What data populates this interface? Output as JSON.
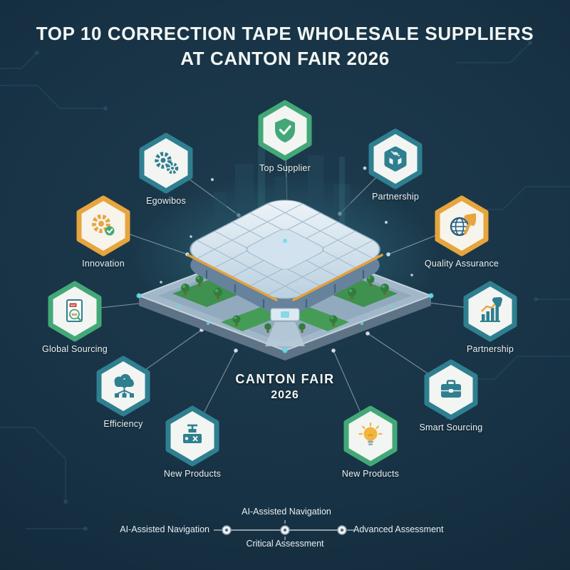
{
  "title": {
    "line1": "TOP 10 CORRECTION TAPE WHOLESALE SUPPLIERS",
    "line2": "AT CANTON FAIR 2026"
  },
  "center_label": {
    "line1": "CANTON FAIR",
    "line2": "2026"
  },
  "badges": [
    {
      "label": "Egowibos",
      "icon": "gears-pair-icon",
      "color": "#2e7f90"
    },
    {
      "label": "Top Supplier",
      "icon": "shield-check-icon",
      "color": "#43a878"
    },
    {
      "label": "Partnership",
      "icon": "package-icon",
      "color": "#2e7f90"
    },
    {
      "label": "Quality Assurance",
      "icon": "globe-growth-icon",
      "color": "#e7a53e"
    },
    {
      "label": "Partnership",
      "icon": "bar-chart-icon",
      "color": "#2e7f90"
    },
    {
      "label": "Smart Sourcing",
      "icon": "briefcase-icon",
      "color": "#2e7f90"
    },
    {
      "label": "New Products",
      "icon": "lightbulb-icon",
      "color": "#43a878"
    },
    {
      "label": "New Products",
      "icon": "press-machine-icon",
      "color": "#2e7f90"
    },
    {
      "label": "Efficiency",
      "icon": "cloud-network-icon",
      "color": "#2e7f90"
    },
    {
      "label": "Global Sourcing",
      "icon": "iso-document-icon",
      "color": "#43a878",
      "icon_text": "ISO"
    },
    {
      "label": "Innovation",
      "icon": "gear-check-icon",
      "color": "#e7a53e"
    }
  ],
  "timeline": {
    "left_label": "AI-Assisted Navigation",
    "top_label": "AI-Assisted Navigation",
    "bottom_label": "Critical Assessment",
    "right_label": "Advanced Assessment"
  },
  "colors": {
    "background": "#163143",
    "teal": "#2e7f90",
    "green": "#43a878",
    "yellow": "#e7a53e",
    "trim_orange": "#e2a23e",
    "line": "#cdd9e2"
  }
}
